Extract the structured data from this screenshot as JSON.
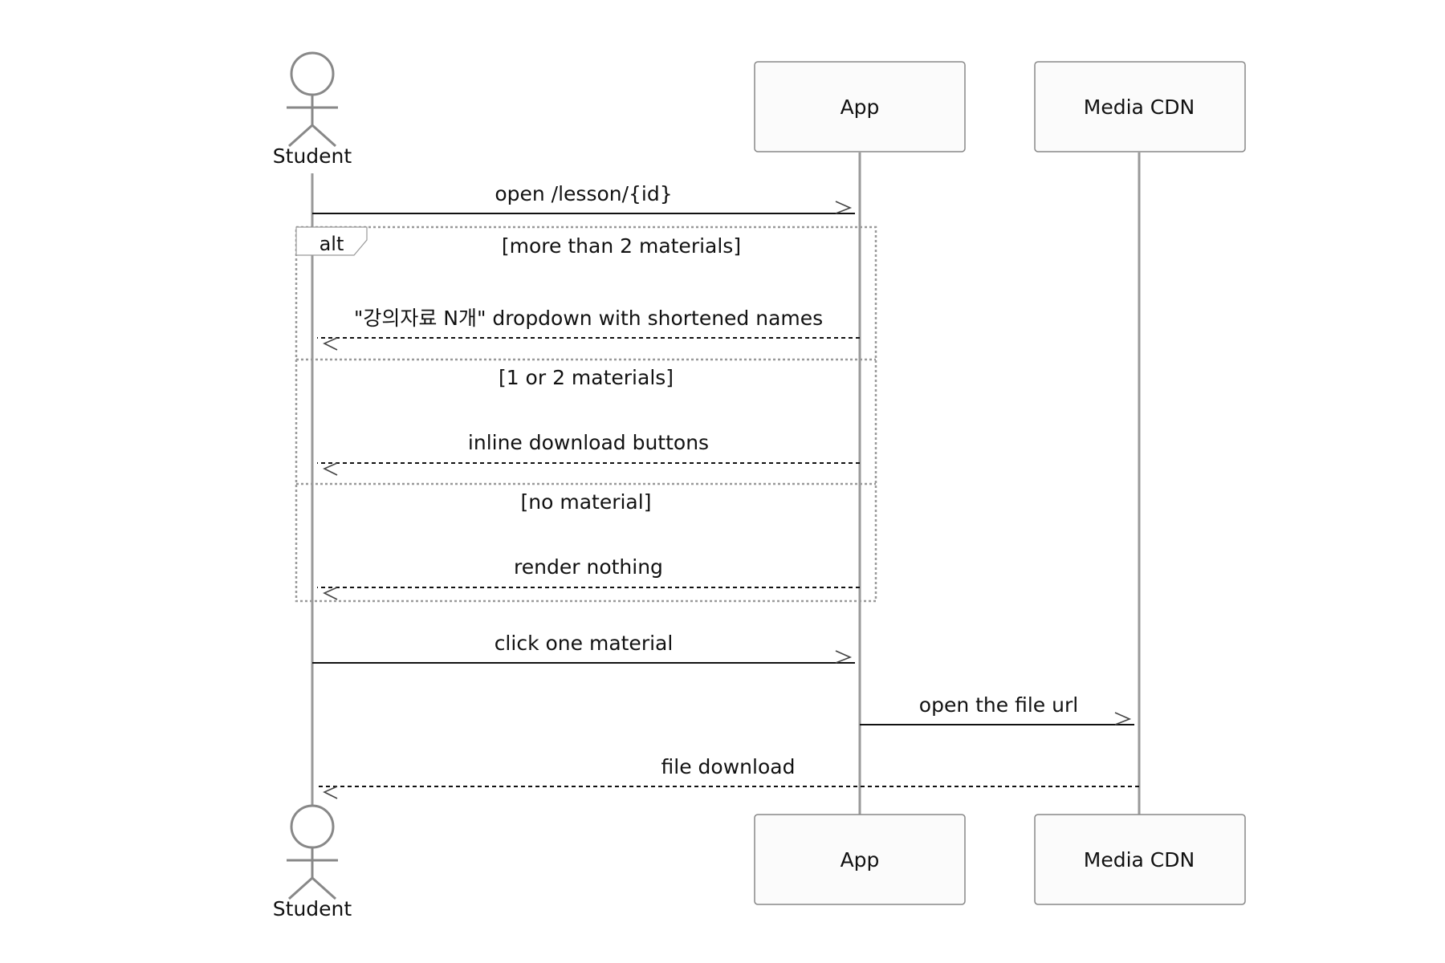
{
  "participants": {
    "student": "Student",
    "app": "App",
    "media_cdn": "Media CDN"
  },
  "messages": {
    "open_lesson": "open /lesson/{id}",
    "dropdown": "\"강의자료 N개\" dropdown with shortened names",
    "inline_buttons": "inline download buttons",
    "render_nothing": "render nothing",
    "click_material": "click one material",
    "open_file_url": "open the file url",
    "file_download": "file download"
  },
  "alt_block": {
    "label": "alt",
    "guards": {
      "more_than_two": "[more than 2 materials]",
      "one_or_two": "[1 or 2 materials]",
      "none": "[no material]"
    }
  }
}
